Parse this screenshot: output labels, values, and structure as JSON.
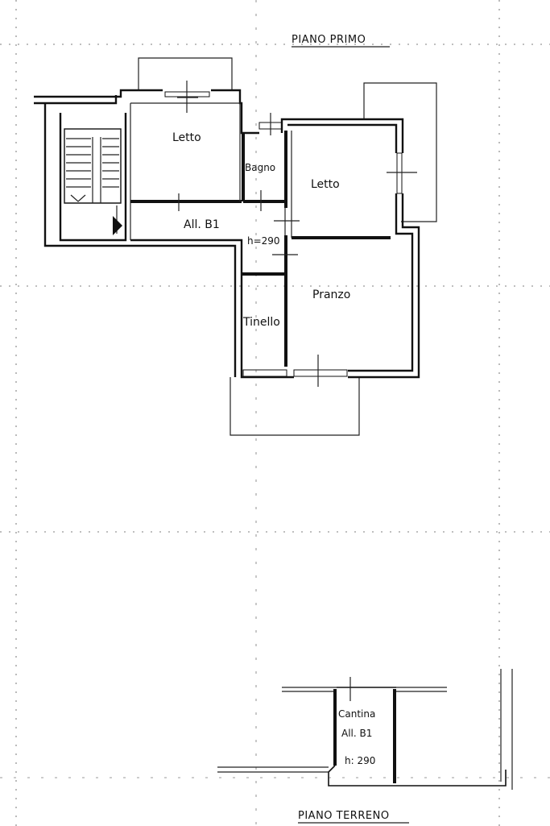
{
  "floors": {
    "upper": {
      "title": "PIANO PRIMO"
    },
    "ground": {
      "title": "PIANO TERRENO"
    }
  },
  "rooms": {
    "letto_left": "Letto",
    "bagno": "Bagno",
    "letto_right": "Letto",
    "corridor": "All. B1",
    "height_upper": "h=290",
    "tinello": "Tinello",
    "pranzo": "Pranzo",
    "cantina": "Cantina",
    "cantina_all": "All. B1",
    "height_ground": "h: 290"
  }
}
